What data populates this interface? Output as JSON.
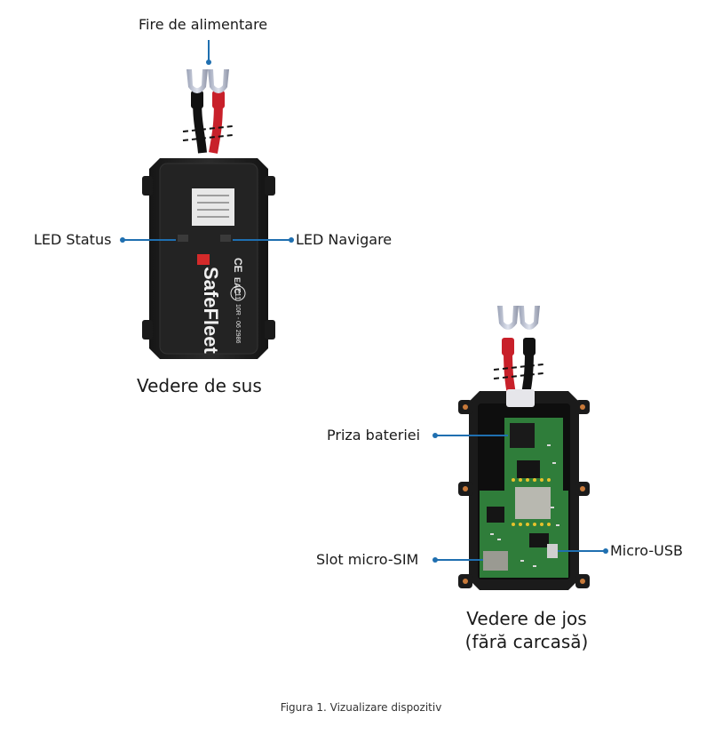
{
  "labels": {
    "wires": "Fire de alimentare",
    "led_status": "LED Status",
    "led_nav": "LED Navigare",
    "battery_socket": "Priza bateriei",
    "sim_slot": "Slot micro-SIM",
    "micro_usb": "Micro-USB"
  },
  "captions": {
    "top_view": "Vedere de sus",
    "bottom_view_line1": "Vedere de jos",
    "bottom_view_line2": "(fără carcasă)"
  },
  "figure_caption": "Figura 1. Vizualizare dispozitiv",
  "device": {
    "brand": "SafeFleet",
    "cert_mark": "E11",
    "cert_code": "10R - 06 2986",
    "ce_mark": "CE",
    "eac_mark": "EAC"
  },
  "colors": {
    "callout": "#1f6fb0",
    "housing": "#1e1e1e",
    "pcb": "#2f7d3a",
    "wire_red": "#c8202a",
    "wire_black": "#111111",
    "terminal": "#b9bfd0"
  }
}
